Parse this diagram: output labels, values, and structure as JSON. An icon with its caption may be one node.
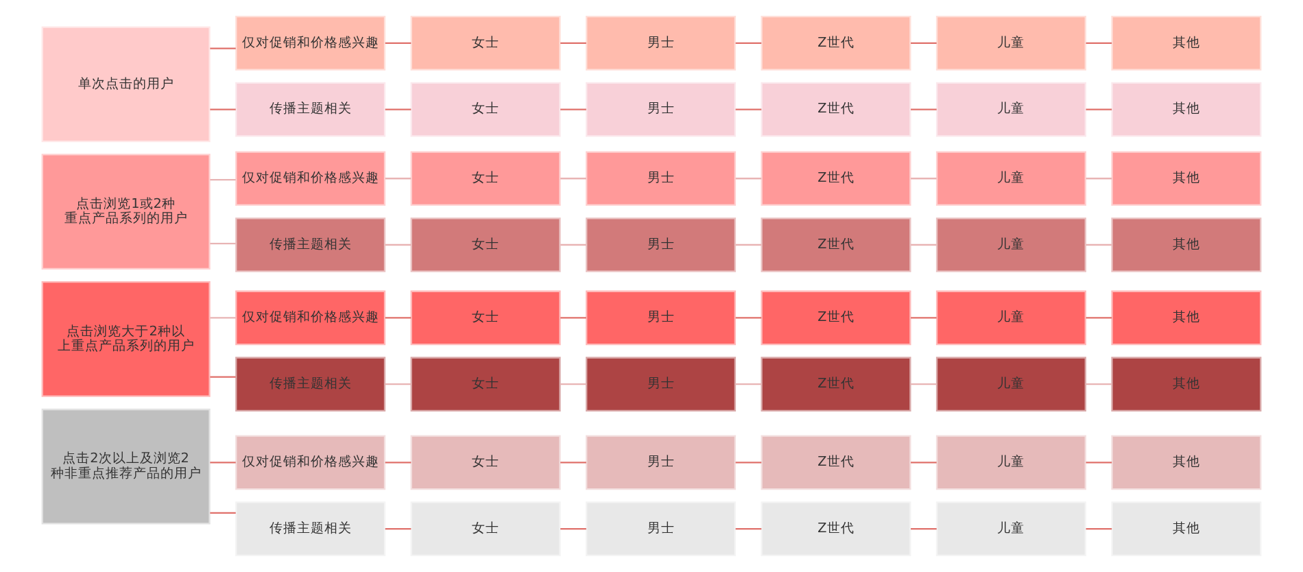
{
  "diagram": {
    "nodes": [
      {
        "text": [
          "单次点击的用户"
        ]
      },
      {
        "text": [
          "仅对促销和价格感兴趣"
        ]
      },
      {
        "text": [
          "女士"
        ]
      },
      {
        "text": [
          "男士"
        ]
      },
      {
        "text": [
          "Z世代"
        ]
      },
      {
        "text": [
          "儿童"
        ]
      },
      {
        "text": [
          "其他"
        ]
      },
      {
        "text": [
          "传播主题相关"
        ]
      },
      {
        "text": [
          "女士"
        ]
      },
      {
        "text": [
          "男士"
        ]
      },
      {
        "text": [
          "Z世代"
        ]
      },
      {
        "text": [
          "儿童"
        ]
      },
      {
        "text": [
          "其他"
        ]
      },
      {
        "text": [
          "点击浏览1或2种重点产品系列的用户"
        ]
      },
      {
        "text": [
          "仅对促销和价格感兴趣"
        ]
      },
      {
        "text": [
          "女士"
        ]
      },
      {
        "text": [
          "男士"
        ]
      },
      {
        "text": [
          "Z世代"
        ]
      },
      {
        "text": [
          "儿童"
        ]
      },
      {
        "text": [
          "其他"
        ]
      },
      {
        "text": [
          "传播主题相关"
        ]
      },
      {
        "text": [
          "女士"
        ]
      },
      {
        "text": [
          "男士"
        ]
      },
      {
        "text": [
          "Z世代"
        ]
      },
      {
        "text": [
          "儿童"
        ]
      },
      {
        "text": [
          "其他"
        ]
      },
      {
        "text": [
          "点击浏览大于2种以上重点产品系列的用户"
        ]
      },
      {
        "text": [
          "仅对促销和价格感兴趣"
        ]
      },
      {
        "text": [
          "女士"
        ]
      },
      {
        "text": [
          "男士"
        ]
      },
      {
        "text": [
          "Z世代"
        ]
      },
      {
        "text": [
          "儿童"
        ]
      },
      {
        "text": [
          "其他"
        ]
      },
      {
        "text": [
          "传播主题相关"
        ]
      },
      {
        "text": [
          "女士"
        ]
      },
      {
        "text": [
          "男士"
        ]
      },
      {
        "text": [
          "Z世代"
        ]
      },
      {
        "text": [
          "儿童"
        ]
      },
      {
        "text": [
          "其他"
        ]
      },
      {
        "text": [
          "点击2次以上及浏览2种非重点推荐产品的用户"
        ]
      },
      {
        "text": [
          "仅对促销和价格感兴趣"
        ]
      },
      {
        "text": [
          "女士"
        ]
      },
      {
        "text": [
          "男士"
        ]
      },
      {
        "text": [
          "Z世代"
        ]
      },
      {
        "text": [
          "儿童"
        ]
      },
      {
        "text": [
          "其他"
        ]
      },
      {
        "text": [
          "传播主题相关"
        ]
      },
      {
        "text": [
          "女士"
        ]
      },
      {
        "text": [
          "男士"
        ]
      },
      {
        "text": [
          "Z世代"
        ]
      },
      {
        "text": [
          "儿童"
        ]
      },
      {
        "text": [
          "其他"
        ]
      }
    ],
    "edges": [
      {
        "from": 0,
        "to": 1,
        "arrow": "none"
      },
      {
        "from": 0,
        "to": 7,
        "arrow": "none"
      },
      {
        "from": 1,
        "to": 2,
        "arrow": "none"
      },
      {
        "from": 2,
        "to": 3,
        "arrow": "none"
      },
      {
        "from": 3,
        "to": 4,
        "arrow": "none"
      },
      {
        "from": 4,
        "to": 5,
        "arrow": "none"
      },
      {
        "from": 5,
        "to": 6,
        "arrow": "none"
      },
      {
        "from": 7,
        "to": 8,
        "arrow": "none"
      },
      {
        "from": 8,
        "to": 9,
        "arrow": "none"
      },
      {
        "from": 9,
        "to": 10,
        "arrow": "none"
      },
      {
        "from": 10,
        "to": 11,
        "arrow": "none"
      },
      {
        "from": 11,
        "to": 12,
        "arrow": "none"
      },
      {
        "from": 13,
        "to": 14,
        "arrow": "none",
        "color": "#e8b4b4"
      },
      {
        "from": 13,
        "to": 20,
        "arrow": "none",
        "color": "#e8b4b4"
      },
      {
        "from": 14,
        "to": 15,
        "arrow": "none",
        "color": "#e8b4b4"
      },
      {
        "from": 15,
        "to": 16,
        "arrow": "none",
        "color": "#e8b4b4"
      },
      {
        "from": 16,
        "to": 17,
        "arrow": "none",
        "color": "#e8b4b4"
      },
      {
        "from": 17,
        "to": 18,
        "arrow": "none",
        "color": "#e8b4b4"
      },
      {
        "from": 18,
        "to": 19,
        "arrow": "none",
        "color": "#e8b4b4"
      },
      {
        "from": 20,
        "to": 21,
        "arrow": "none",
        "color": "#e8b4b4"
      },
      {
        "from": 21,
        "to": 22,
        "arrow": "none",
        "color": "#e8b4b4"
      },
      {
        "from": 22,
        "to": 23,
        "arrow": "none",
        "color": "#e8b4b4"
      },
      {
        "from": 23,
        "to": 24,
        "arrow": "none",
        "color": "#e8b4b4"
      },
      {
        "from": 24,
        "to": 25,
        "arrow": "none",
        "color": "#e8b4b4"
      },
      {
        "from": 26,
        "to": 27,
        "arrow": "none",
        "color": "#e8b4b4"
      },
      {
        "from": 26,
        "to": 33,
        "arrow": "none"
      },
      {
        "from": 27,
        "to": 28,
        "arrow": "none"
      },
      {
        "from": 28,
        "to": 29,
        "arrow": "none"
      },
      {
        "from": 29,
        "to": 30,
        "arrow": "none"
      },
      {
        "from": 30,
        "to": 31,
        "arrow": "none"
      },
      {
        "from": 31,
        "to": 32,
        "arrow": "none"
      },
      {
        "from": 33,
        "to": 34,
        "arrow": "none",
        "color": "#e8b4b4"
      },
      {
        "from": 34,
        "to": 35,
        "arrow": "none",
        "color": "#e8b4b4"
      },
      {
        "from": 35,
        "to": 36,
        "arrow": "none",
        "color": "#e8b4b4"
      },
      {
        "from": 36,
        "to": 37,
        "arrow": "none",
        "color": "#e8b4b4"
      },
      {
        "from": 37,
        "to": 38,
        "arrow": "none",
        "color": "#e8b4b4"
      },
      {
        "from": 39,
        "to": 40,
        "arrow": "none"
      },
      {
        "from": 39,
        "to": 46,
        "arrow": "none"
      },
      {
        "from": 40,
        "to": 41,
        "arrow": "none"
      },
      {
        "from": 41,
        "to": 42,
        "arrow": "none"
      },
      {
        "from": 42,
        "to": 43,
        "arrow": "none"
      },
      {
        "from": 43,
        "to": 44,
        "arrow": "none"
      },
      {
        "from": 44,
        "to": 45,
        "arrow": "none"
      },
      {
        "from": 46,
        "to": 47,
        "arrow": "none"
      },
      {
        "from": 47,
        "to": 48,
        "arrow": "none"
      },
      {
        "from": 48,
        "to": 49,
        "arrow": "none"
      },
      {
        "from": 49,
        "to": 50,
        "arrow": "none"
      },
      {
        "from": 50,
        "to": 51,
        "arrow": "none"
      }
    ]
  }
}
